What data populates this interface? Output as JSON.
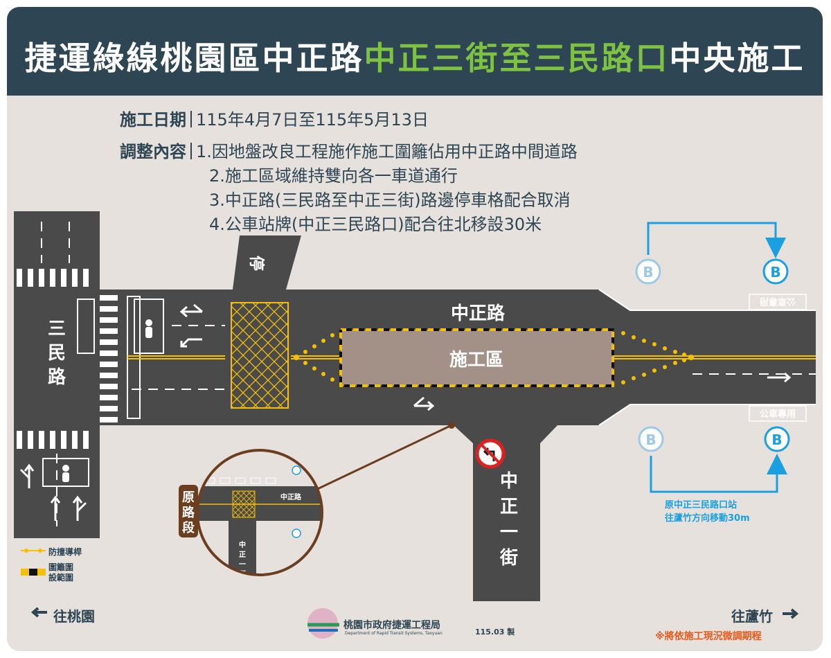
{
  "title": {
    "prefix": "捷運綠線桃園區中正路",
    "highlight": "中正三街至三民路口",
    "suffix": "中央施工"
  },
  "info": {
    "date_label": "施工日期",
    "date_value": "115年4月7日至115年5月13日",
    "content_label": "調整內容",
    "items": [
      "1.因地盤改良工程施作施工圍籬佔用中正路中間道路",
      "2.施工區域維持雙向各一車道通行",
      "3.中正路(三民路至中正三街)路邊停車格配合取消",
      "4.公車站牌(中正三民路口)配合往北移設30米"
    ]
  },
  "map": {
    "road_main": "中正路",
    "road_left": "三民路",
    "road_right_side": "中正一街",
    "work_zone": "施工區",
    "stop_text": "停",
    "bus_lane_text": "公車專用",
    "bus_icon": "B",
    "bus_note": [
      "原中正三民路口站",
      "往蘆竹方向移動30m"
    ],
    "inset_label": "原路段",
    "inset_road_main": "中正路",
    "inset_road_side": "中正一街"
  },
  "legend": {
    "barrier": "防撞導桿",
    "fence": "圍籬圍設範圍"
  },
  "directions": {
    "left": "往桃園",
    "right": "往蘆竹"
  },
  "footer": {
    "agency": "桃園市政府捷運工程局",
    "agency_en": "Department of Rapid Transit Systems, Taoyuan",
    "issued": "115.03 製",
    "note": "※將依施工現況微調期程"
  },
  "colors": {
    "header_bg": "#2e4653",
    "highlight": "#7dc242",
    "road": "#4a4a4a",
    "background": "#e6e1dd",
    "work_zone": "#a39187",
    "fence_yellow": "#f5c000",
    "bus_blue": "#1aa0e0",
    "bus_light": "#9cc9e6",
    "inset_border": "#6b3e1f",
    "note_orange": "#e85a1b"
  }
}
